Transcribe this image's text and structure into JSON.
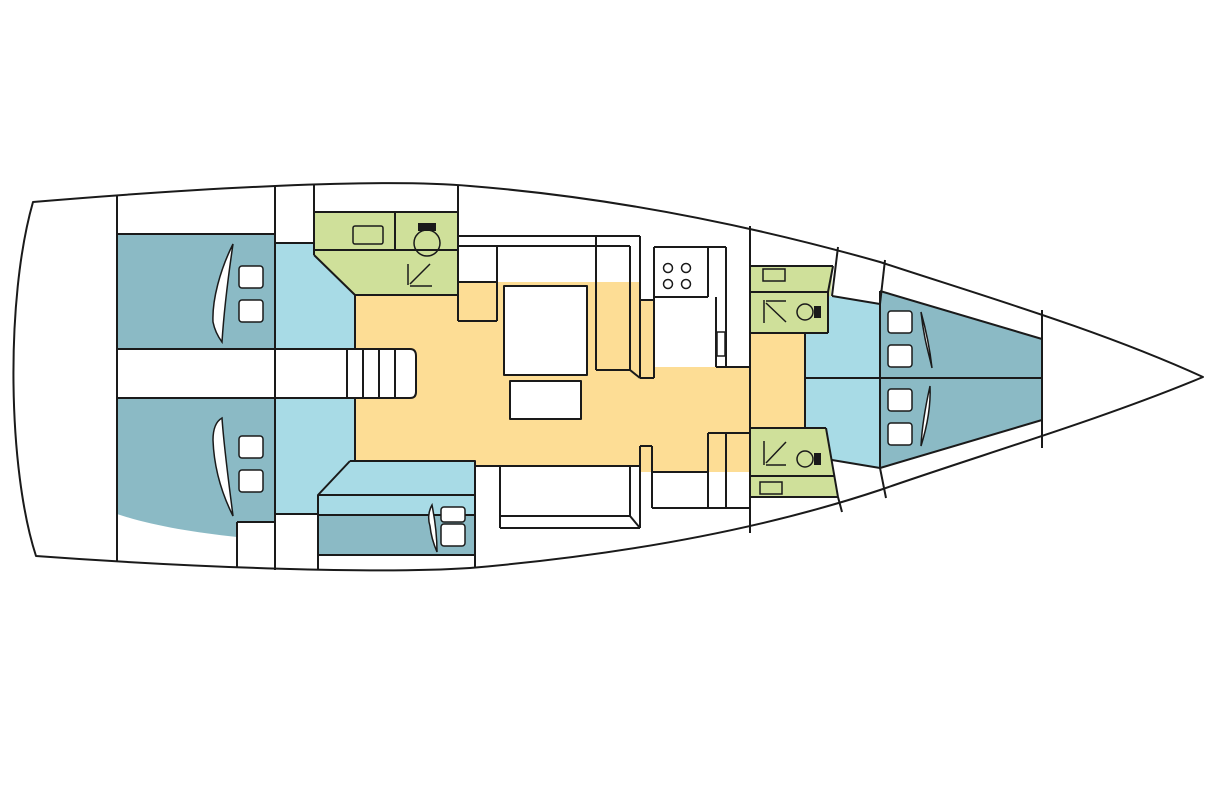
{
  "diagram": {
    "type": "yacht-layout-plan",
    "palette": {
      "outline": "#1a1a1a",
      "background": "#ffffff",
      "cabin_berth": "#8bbac5",
      "cabin_floor": "#a8dbe6",
      "saloon": "#fddd95",
      "head": "#cfe09a",
      "furniture": "#ffffff"
    },
    "zones": [
      {
        "id": "aft-port-cabin",
        "kind": "cabin",
        "color_key": "cabin_berth"
      },
      {
        "id": "aft-starboard-cabin",
        "kind": "cabin",
        "color_key": "cabin_berth"
      },
      {
        "id": "aft-port-cabin-floor",
        "kind": "cabin-floor",
        "color_key": "cabin_floor"
      },
      {
        "id": "aft-starboard-cabin-floor",
        "kind": "cabin-floor",
        "color_key": "cabin_floor"
      },
      {
        "id": "aft-head",
        "kind": "head",
        "color_key": "head"
      },
      {
        "id": "saloon",
        "kind": "saloon",
        "color_key": "saloon"
      },
      {
        "id": "midship-cabin",
        "kind": "cabin",
        "color_key": "cabin_floor"
      },
      {
        "id": "forward-port-head",
        "kind": "head",
        "color_key": "head"
      },
      {
        "id": "forward-starboard-head",
        "kind": "head",
        "color_key": "head"
      },
      {
        "id": "forward-cabin-floor",
        "kind": "cabin-floor",
        "color_key": "cabin_floor"
      },
      {
        "id": "forward-cabin",
        "kind": "cabin",
        "color_key": "cabin_berth"
      }
    ],
    "icons": [
      "pillow-icon",
      "toilet-icon",
      "sink-icon",
      "stove-burner-icon",
      "companionway-stairs-icon",
      "shower-icon"
    ]
  }
}
